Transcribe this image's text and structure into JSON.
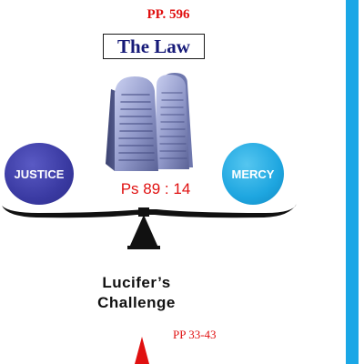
{
  "diagram": {
    "top_reference": "PP. 596",
    "law_title": "The Law",
    "justice_label": "JUSTICE",
    "mercy_label": "MERCY",
    "scripture_reference": "Ps 89 : 14",
    "challenge_title": "Lucifer’s Challenge",
    "challenge_line1": "Lucifer’s",
    "challenge_line2": "Challenge",
    "bottom_reference": "PP 33-43",
    "icons": [
      "stone-tablets-icon",
      "balance-scale-icon",
      "up-arrow-icon"
    ]
  },
  "colors": {
    "reference_red": "#e01010",
    "law_title_navy": "#161a78",
    "justice_blue": "#3a3aa2",
    "mercy_cyan": "#1ea6e0",
    "side_bar_blue": "#1aa7e6",
    "tablet_slate": "#8f97c8"
  }
}
